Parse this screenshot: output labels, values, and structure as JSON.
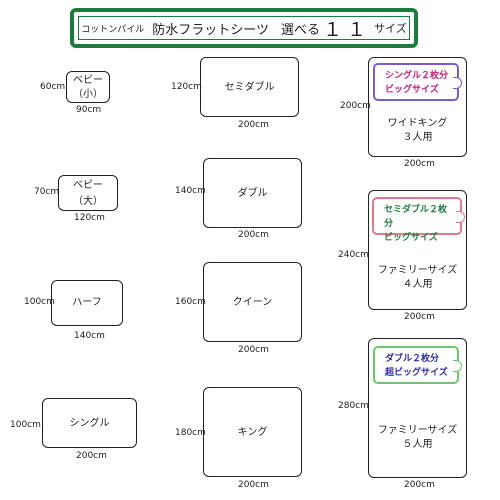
{
  "banner": {
    "subtitle": "コットンパイル",
    "title": "防水フラットシーツ",
    "select": "選べる",
    "number": "１１",
    "suffix": "サイズ",
    "border_color": "#1e7b3e"
  },
  "sheets": [
    {
      "name_line1": "ベビー",
      "name_line2": "（小）",
      "width": "90cm",
      "length": "60cm"
    },
    {
      "name_line1": "ベビー",
      "name_line2": "（大）",
      "width": "120cm",
      "length": "70cm"
    },
    {
      "name_line1": "ハーフ",
      "width": "140cm",
      "length": "100cm"
    },
    {
      "name_line1": "シングル",
      "width": "200cm",
      "length": "100cm"
    },
    {
      "name_line1": "セミダブル",
      "width": "200cm",
      "length": "120cm"
    },
    {
      "name_line1": "ダブル",
      "width": "200cm",
      "length": "140cm"
    },
    {
      "name_line1": "クイーン",
      "width": "200cm",
      "length": "160cm"
    },
    {
      "name_line1": "キング",
      "width": "200cm",
      "length": "180cm"
    },
    {
      "name_line1": "ワイドキング",
      "name_line2": "３人用",
      "width": "200cm",
      "length": "200cm",
      "badge_line1": "シングル２枚分",
      "badge_line2": "ビッグサイズ",
      "badge_color": "#c0207a",
      "badge_border": "#7b5cc8"
    },
    {
      "name_line1": "ファミリーサイズ",
      "name_line2": "４人用",
      "width": "200cm",
      "length": "240cm",
      "badge_line1": "セミダブル２枚分",
      "badge_line2": "ビッグサイズ",
      "badge_color": "#1e7b3e",
      "badge_border": "#e07a8a"
    },
    {
      "name_line1": "ファミリーサイズ",
      "name_line2": "５人用",
      "width": "200cm",
      "length": "280cm",
      "badge_line1": "ダブル２枚分",
      "badge_line2": "超ビッグサイズ",
      "badge_color": "#2a2aa8",
      "badge_border": "#6cc86c"
    }
  ]
}
